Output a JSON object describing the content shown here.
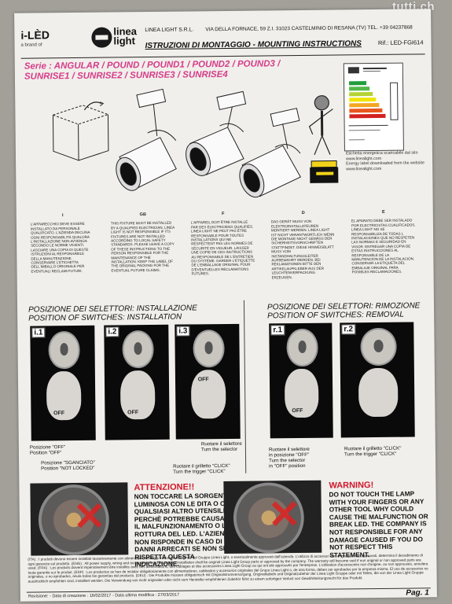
{
  "watermark": "tutti.ch",
  "header": {
    "brand": "i-LÈD",
    "brand_sub": "a brand of",
    "logo_text": "linea light",
    "company": "LINEA LIGHT S.R.L.",
    "address": "VIA DELLA FORNACE, 59 Z.I. 31023 CASTELMINIO DI RESANA (TV) TEL. +39 04237868",
    "title": "ISTRUZIONI DI MONTAGGIO - MOUNTING INSTRUCTIONS",
    "ref": "Rif.: LED-FGI614"
  },
  "serie": {
    "line1": "Serie : ANGULAR / POUND / POUND1 / POUND2 / POUND3 /",
    "line2": "SUNRISE1 / SUNRISE2 / SUNRISE3 / SUNRISE4"
  },
  "energy_label": {
    "caption_it": "Etichetta energetica scaricabile dal sito",
    "caption_url": "www.linealight.com",
    "caption_en": "Energy label downloaded from the website",
    "caption_url2": "www.linealight.com"
  },
  "columns": [
    {
      "head": "I",
      "text": "L'APPARECCHIO DEVE ESSERE INSTALLATO DA PERSONALE QUALIFICATO. L'AZIENDA DECLINA OGNI RESPONSABILITÀ QUALORA L'INSTALLAZIONE NON AVVENGA SECONDO LE NORME VIGENTI. LASCIARE UNA COPIA DI QUESTE ISTRUZIONI AL RESPONSABILE DELLA MANUTENZIONE. CONSERVARE L'ETICHETTA DELL'IMBALLO ORIGINALE PER EVENTUALI RECLAMI FUTURI."
    },
    {
      "head": "GB",
      "text": "THIS FIXTURE MUST BE INSTALLED BY A QUALIFIED ELECTRICIAN. LINEA LIGHT IS NOT RESPONSIBLE IF ITS FIXTURES ARE NOT INSTALLED ACCORDING TO LOCAL SAFETY STANDARDS. PLEASE LEAVE A COPY OF THESE INSTRUCTIONS TO THE PERSON RESPONSIBLE FOR THE MAINTENANCE OF THE INSTALLATION. KEEP THE LABEL OF THE ORIGINAL PACKING FOR THE EVENTUAL FUTURE CLAIMS."
    },
    {
      "head": "F",
      "text": "L'APPAREIL DOIT ÊTRE INSTALLÉ PAR DES ÉLECTRICIENS QUALIFIÉS. LINEA LIGHT NE PEUT PAS ÊTRE RESPONSABLE POUR TOUTES INSTALLATIONS QUI NE RESPECTENT PAS LES NORMES DE SÉCURITÉ EN VIGUEUR. LAISSER UNE COPIE DE CES INSTRUCTIONS AU RESPONSABLE DE L'ENTRETIEN DU SYSTÈME. GARDER L'ÉTIQUETTE DE L'EMBALLAGE ORIGINAL POUR D'ÉVENTUELLES RÉCLAMATIONS FUTURES."
    },
    {
      "head": "D",
      "text": "DAS GERÄT MUSS VON ELEKTROINSTALLATEUREN MONTIERT WERDEN. LINEA LIGHT IST NICHT VERANTWORTLICH WENN DIE MONTAGE NICHT GEMÄSS DER SICHERHEITSVORSCHRIFTEN STATTFINDET. DIESE HINWEISBLATT MUß VOM INSTANDHALTUNGSLEITER AUFBEWAHRT WERDEN. BEI REKLAMATIONEN BITTE DEN ARTIKELAUFKLEBER AUS DER LEUCHTENVERPACKUNG ERZEUGEN."
    },
    {
      "head": "E",
      "text": "EL APARATO DEBE SER INSTALADO POR ELECTRICISTAS CUALIFICADOS. LINEA LIGHT NO SE RESPONSABILIZA DE TODAS L INSTALACIONES QUE NO RESPETEN LAS NORMAS E SEGURIDAD EN VIGOR. ENTREGAR UNA COPIA DE ESTAS INSTRUCCIONES AL RESPONSABLE DE LA MANUTENCIÓN DE LA INSTALACIÓN. CONSERVAR LA ETIQUETA DEL EMBALAJE ORIGINAL PARA POSIBLES RECLAMACIONES."
    }
  ],
  "switch_install": {
    "it": "POSIZIONE DEI SELETTORI: INSTALLAZIONE",
    "en": "POSITION OF SWITCHES: INSTALLATION"
  },
  "switch_remove": {
    "it": "POSIZIONE DEI SELETTORI: RIMOZIONE",
    "en": "POSITION OF SWITCHES: REMOVAL"
  },
  "photos": [
    {
      "tag": "i.1",
      "knob": "OFF"
    },
    {
      "tag": "i.2",
      "knob": "OFF"
    },
    {
      "tag": "i.3",
      "knob": "OFF"
    },
    {
      "tag": "r.1",
      "knob": "OFF"
    },
    {
      "tag": "r.2",
      "knob": ""
    }
  ],
  "captions": {
    "pos_off": "Posizione \"OFF\"\nPosition \"OFF\"",
    "pos_sganciato": "Posizione \"SGANCIATO\"\nPosition \"NOT LOCKED\"",
    "trigger_i2": "Ruotare il grilletto \"CLICK\"\nTurn the trigger \"CLICK\"",
    "selector_i3": "Ruotare il selettore\nTurn the selector",
    "selector_r1": "Ruotare il selettore\nin posizione \"OFF\"\nTurn the selector\nin \"OFF\" position",
    "trigger_r2": "Ruotare il grilletto \"CLICK\"\nTurn the trigger \"CLICK\""
  },
  "warning_it": {
    "title": "ATTENZIONE!!",
    "text": "NON TOCCARE LA SORGENTE LUMINOSA CON LE DITA O CON QUALSIASI ALTRO UTENSILE PERCHÈ POTREBBE CAUSARE IL MALFUNZIONAMENTO O LA ROTTURA DEL LED. L'AZIENDA NON RISPONDE IN CASO DI DANNI ARRECATI SE NON SI RISPETTA QUESTA INDICAZIONE."
  },
  "warning_en": {
    "title": "WARNING!",
    "text": "DO NOT TOUCH THE LAMP WITH YOUR FINGERS OR ANY OTHER TOOL WHY COULD CAUSE THE MALFUNCTION OR BREAK LED. THE COMPANY IS NOT RESPONSIBLE FOR ANY DAMAGE CAUSED IF YOU DO NOT RESPECT THIS STATEMENT."
  },
  "footer": {
    "text": "(ITA) : I prodotti devono essere installati tassativamente con alimentatori, cablaggi e accessori originali del Gruppo Linea Light, o eventualmente approvati dall'azienda. L'utilizzo di accessori non originali, o non approvati, determina il decadimento di ogni garanzia sul prodotto. (ENG) : All power supply, wiring and accessories used for product installation shall be original Linea Light Group parts or approved by the company. The warranty will become void if non original or non approved parts are used. (FRA) : Les produits doivent impérativement être installés avec des alimentations, des câblages et des accessoires Linea Light Group ou qui ont été approuvés par l'entreprise. L'utilisation d'accessoires non d'origine, ou non approuvés, annulera toute garantie sur le produit. (ESP) : Los productos se han de instalar obligatoriamente con alimentadores, cableados y accesorios originales del Grupo Linea Light o, de otra forma, deben ser aprobados por la empresa misma. El uso de accesorios no originales, o no aprobados, anula todas las garantías del producto. (DEU) : Die Produkte müssen obligatorisch mit Originalstromversorgung, Originalkabeln und Originalzubehör der Linea Light Gruppe oder mit Teilen, die von der Linea Light Gruppe ausdrücklich empfohlen sind, installiert werden. Die Verwendung von nicht originalen oder nicht vom Hersteller empfohlenen Zubehör führt zu einem sofortigen Verlust von Gewährleistungsrecht für das Produkt.",
    "revision": "Revisione: -    Data di creazione : 16/02/2017   -   Data ultima modifica : 27/03/2017",
    "page": "Pag. 1"
  },
  "colors": {
    "serie": "#d63c8a",
    "warning": "#d0162b",
    "energy_green": "#1f9e3a",
    "energy_red": "#d32020"
  }
}
